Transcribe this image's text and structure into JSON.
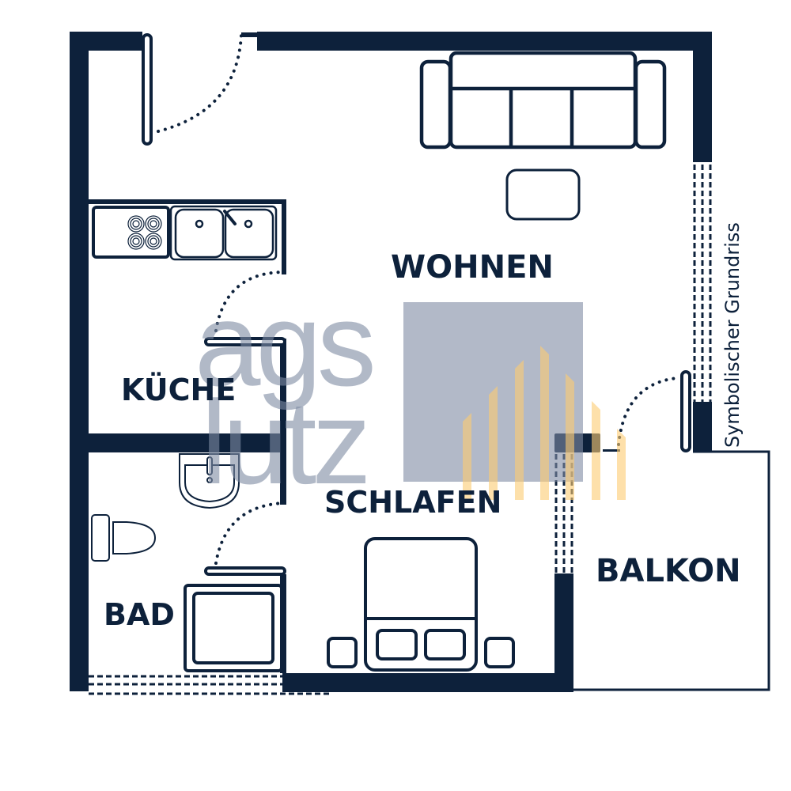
{
  "plan": {
    "title": "Symbolischer Grundriss",
    "rooms": [
      {
        "id": "wohnen",
        "label": "WOHNEN"
      },
      {
        "id": "kueche",
        "label": "KÜCHE"
      },
      {
        "id": "schlafen",
        "label": "SCHLAFEN"
      },
      {
        "id": "bad",
        "label": "BAD"
      },
      {
        "id": "balkon",
        "label": "BALKON"
      }
    ],
    "furniture": [
      "sofa-icon",
      "coffee-table-icon",
      "stove-icon",
      "double-sink-icon",
      "washbasin-icon",
      "toilet-icon",
      "shower-icon",
      "double-bed-icon",
      "nightstand-icon"
    ]
  },
  "watermark": {
    "line1": "ags",
    "line2": "lutz"
  },
  "colors": {
    "wall": "#0d213b",
    "logo_gray": "#b4bac6",
    "logo_gold": "#fde0aa",
    "background": "#ffffff"
  }
}
